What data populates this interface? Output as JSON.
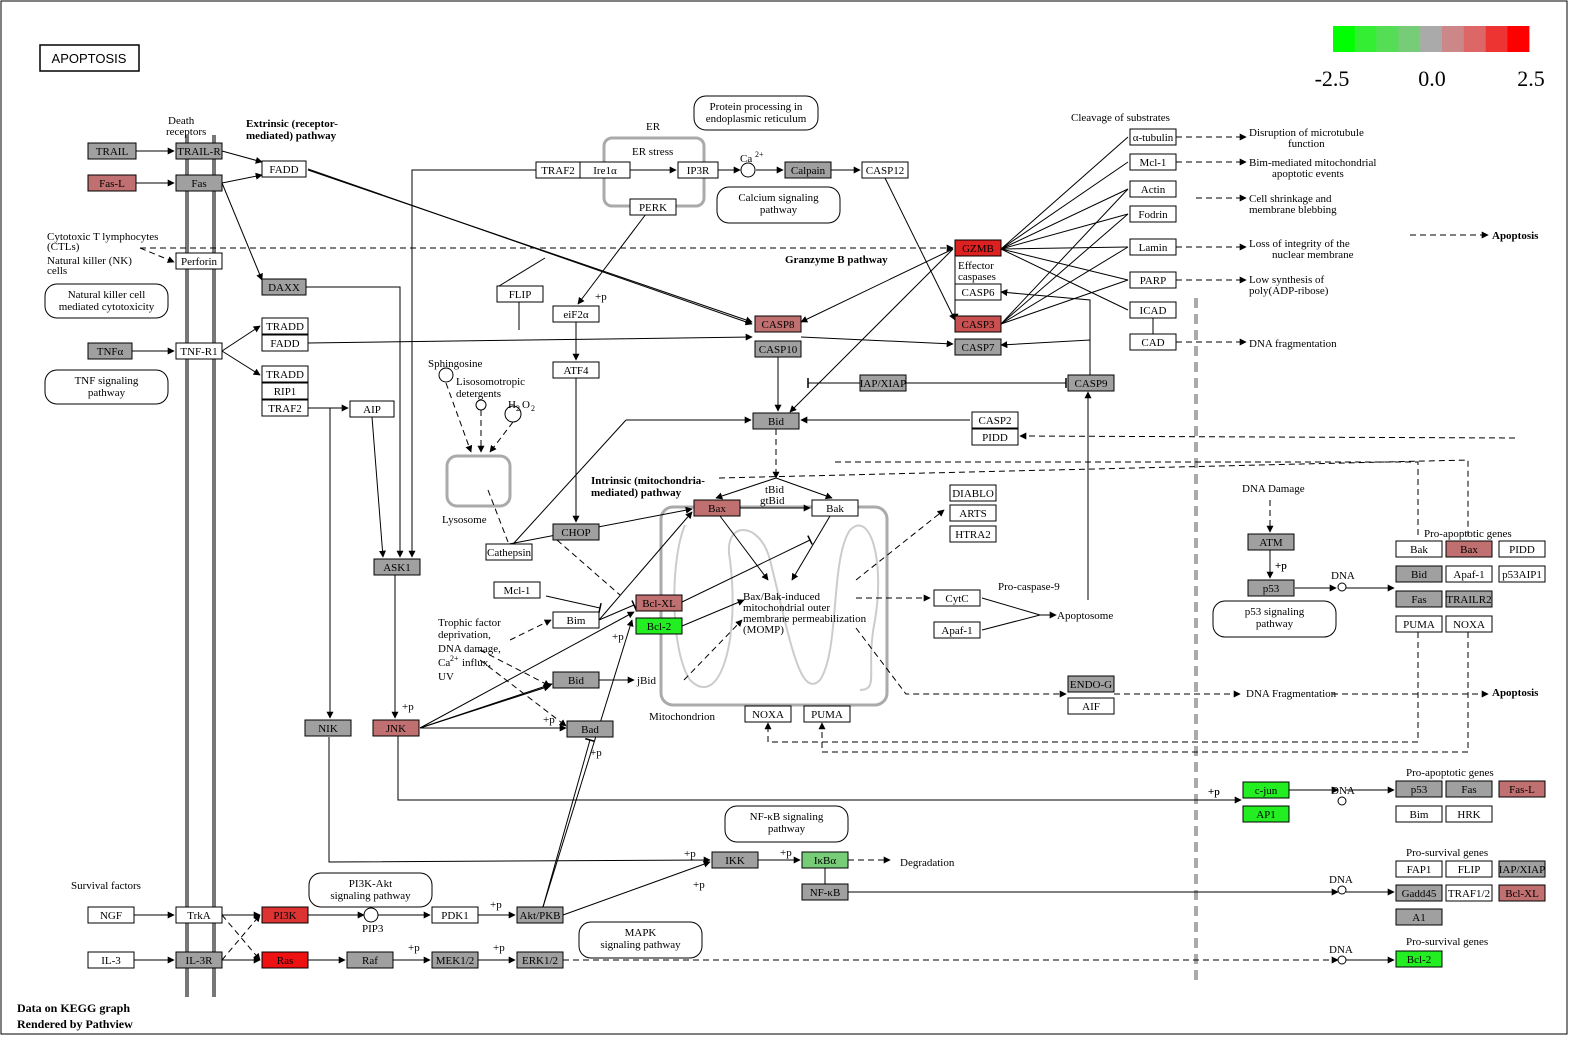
{
  "title": "APOPTOSIS",
  "footer": [
    "Data on KEGG graph",
    "Rendered by Pathview"
  ],
  "colors": {
    "up_strong": "#ff0000",
    "up_mid": "#e05050",
    "up_low": "#c07070",
    "neutral": "#a0a0a0",
    "down_low": "#70c070",
    "down_strong": "#00ff00",
    "empty": "#ffffff"
  },
  "legend": {
    "min_label": "-2.5",
    "mid_label": "0.0",
    "max_label": "2.5",
    "colors": [
      "#00ff00",
      "#33ee33",
      "#55dd55",
      "#77cc77",
      "#aaaaaa",
      "#cc8888",
      "#dd6666",
      "#ee3333",
      "#ff0000"
    ]
  },
  "genes": [
    {
      "label": "TRAIL",
      "color": "#a0a0a0"
    },
    {
      "label": "Fas-L",
      "color": "#c07070"
    },
    {
      "label": "TRAIL-R",
      "color": "#a0a0a0"
    },
    {
      "label": "Fas",
      "color": "#a0a0a0"
    },
    {
      "label": "FADD",
      "color": "#ffffff"
    },
    {
      "label": "Perforin",
      "color": "#ffffff"
    },
    {
      "label": "DAXX",
      "color": "#a0a0a0"
    },
    {
      "label": "TNFα",
      "color": "#a0a0a0"
    },
    {
      "label": "TNF-R1",
      "color": "#ffffff"
    },
    {
      "label": "TRADD",
      "color": "#ffffff"
    },
    {
      "label": "FADD",
      "color": "#ffffff"
    },
    {
      "label": "TRADD",
      "color": "#ffffff"
    },
    {
      "label": "RIP1",
      "color": "#ffffff"
    },
    {
      "label": "TRAF2",
      "color": "#ffffff"
    },
    {
      "label": "AIP",
      "color": "#ffffff"
    },
    {
      "label": "TRAF2",
      "color": "#ffffff"
    },
    {
      "label": "Ire1α",
      "color": "#ffffff"
    },
    {
      "label": "IP3R",
      "color": "#ffffff"
    },
    {
      "label": "Calpain",
      "color": "#a0a0a0"
    },
    {
      "label": "CASP12",
      "color": "#ffffff"
    },
    {
      "label": "PERK",
      "color": "#ffffff"
    },
    {
      "label": "FLIP",
      "color": "#ffffff"
    },
    {
      "label": "eiF2α",
      "color": "#ffffff"
    },
    {
      "label": "ATF4",
      "color": "#ffffff"
    },
    {
      "label": "CHOP",
      "color": "#a0a0a0"
    },
    {
      "label": "Cathepsin",
      "color": "#ffffff"
    },
    {
      "label": "ASK1",
      "color": "#a0a0a0"
    },
    {
      "label": "Mcl-1",
      "color": "#ffffff"
    },
    {
      "label": "Bim",
      "color": "#ffffff"
    },
    {
      "label": "Bid",
      "color": "#a0a0a0"
    },
    {
      "label": "Bad",
      "color": "#a0a0a0"
    },
    {
      "label": "NIK",
      "color": "#a0a0a0"
    },
    {
      "label": "JNK",
      "color": "#c07070"
    },
    {
      "label": "GZMB",
      "color": "#dd2020"
    },
    {
      "label": "CASP6",
      "color": "#ffffff"
    },
    {
      "label": "CASP8",
      "color": "#c07070"
    },
    {
      "label": "CASP10",
      "color": "#a0a0a0"
    },
    {
      "label": "CASP3",
      "color": "#c85050"
    },
    {
      "label": "CASP7",
      "color": "#a0a0a0"
    },
    {
      "label": "IAP/XIAP",
      "color": "#a0a0a0"
    },
    {
      "label": "CASP9",
      "color": "#a0a0a0"
    },
    {
      "label": "Bid",
      "color": "#a0a0a0"
    },
    {
      "label": "CASP2",
      "color": "#ffffff"
    },
    {
      "label": "PIDD",
      "color": "#ffffff"
    },
    {
      "label": "Bax",
      "color": "#c07070"
    },
    {
      "label": "Bak",
      "color": "#ffffff"
    },
    {
      "label": "Bcl-XL",
      "color": "#c07070"
    },
    {
      "label": "Bcl-2",
      "color": "#22ee22"
    },
    {
      "label": "DIABLO",
      "color": "#ffffff"
    },
    {
      "label": "ARTS",
      "color": "#ffffff"
    },
    {
      "label": "HTRA2",
      "color": "#ffffff"
    },
    {
      "label": "CytC",
      "color": "#ffffff"
    },
    {
      "label": "Apaf-1",
      "color": "#ffffff"
    },
    {
      "label": "ENDO-G",
      "color": "#a0a0a0"
    },
    {
      "label": "AIF",
      "color": "#ffffff"
    },
    {
      "label": "NOXA",
      "color": "#ffffff"
    },
    {
      "label": "PUMA",
      "color": "#ffffff"
    },
    {
      "label": "α-tubulin",
      "color": "#ffffff"
    },
    {
      "label": "Mcl-1",
      "color": "#ffffff"
    },
    {
      "label": "Actin",
      "color": "#ffffff"
    },
    {
      "label": "Fodrin",
      "color": "#ffffff"
    },
    {
      "label": "Lamin",
      "color": "#ffffff"
    },
    {
      "label": "PARP",
      "color": "#ffffff"
    },
    {
      "label": "ICAD",
      "color": "#ffffff"
    },
    {
      "label": "CAD",
      "color": "#ffffff"
    },
    {
      "label": "ATM",
      "color": "#a0a0a0"
    },
    {
      "label": "p53",
      "color": "#a0a0a0"
    },
    {
      "label": "Bak",
      "color": "#ffffff"
    },
    {
      "label": "Bax",
      "color": "#c07070"
    },
    {
      "label": "PIDD",
      "color": "#ffffff"
    },
    {
      "label": "Bid",
      "color": "#a0a0a0"
    },
    {
      "label": "Apaf-1",
      "color": "#ffffff"
    },
    {
      "label": "p53AIP1",
      "color": "#ffffff"
    },
    {
      "label": "Fas",
      "color": "#a0a0a0"
    },
    {
      "label": "TRAILR2",
      "color": "#a0a0a0"
    },
    {
      "label": "PUMA",
      "color": "#ffffff"
    },
    {
      "label": "NOXA",
      "color": "#ffffff"
    },
    {
      "label": "c-jun",
      "color": "#22ee22"
    },
    {
      "label": "AP1",
      "color": "#22ee22"
    },
    {
      "label": "p53",
      "color": "#a0a0a0"
    },
    {
      "label": "Fas",
      "color": "#a0a0a0"
    },
    {
      "label": "Fas-L",
      "color": "#c07070"
    },
    {
      "label": "Bim",
      "color": "#ffffff"
    },
    {
      "label": "HRK",
      "color": "#ffffff"
    },
    {
      "label": "IKK",
      "color": "#a0a0a0"
    },
    {
      "label": "IκBα",
      "color": "#77cc77"
    },
    {
      "label": "NF-κB",
      "color": "#a0a0a0"
    },
    {
      "label": "FAP1",
      "color": "#ffffff"
    },
    {
      "label": "FLIP",
      "color": "#ffffff"
    },
    {
      "label": "IAP/XIAP",
      "color": "#a0a0a0"
    },
    {
      "label": "Gadd45",
      "color": "#a0a0a0"
    },
    {
      "label": "TRAF1/2",
      "color": "#ffffff"
    },
    {
      "label": "Bcl-XL",
      "color": "#c07070"
    },
    {
      "label": "A1",
      "color": "#a0a0a0"
    },
    {
      "label": "NGF",
      "color": "#ffffff"
    },
    {
      "label": "TrkA",
      "color": "#ffffff"
    },
    {
      "label": "PI3K",
      "color": "#dd3333"
    },
    {
      "label": "PDK1",
      "color": "#ffffff"
    },
    {
      "label": "Akt/PKB",
      "color": "#a0a0a0"
    },
    {
      "label": "IL-3",
      "color": "#ffffff"
    },
    {
      "label": "IL-3R",
      "color": "#a0a0a0"
    },
    {
      "label": "Ras",
      "color": "#ee1111"
    },
    {
      "label": "Raf",
      "color": "#a0a0a0"
    },
    {
      "label": "MEK1/2",
      "color": "#a0a0a0"
    },
    {
      "label": "ERK1/2",
      "color": "#a0a0a0"
    },
    {
      "label": "Bcl-2",
      "color": "#22ee22"
    }
  ],
  "pathways": [
    {
      "lines": [
        "Protein processing in",
        "endoplasmic reticulum"
      ]
    },
    {
      "lines": [
        "Calcium signaling",
        "pathway"
      ]
    },
    {
      "lines": [
        "Natural killer cell",
        "mediated cytotoxicity"
      ]
    },
    {
      "lines": [
        "TNF signaling",
        "pathway"
      ]
    },
    {
      "lines": [
        "p53 signaling",
        "pathway"
      ]
    },
    {
      "lines": [
        "NF-κB signaling",
        "pathway"
      ]
    },
    {
      "lines": [
        "PI3K-Akt",
        "signaling pathway"
      ]
    },
    {
      "lines": [
        "MAPK",
        "signaling pathway"
      ]
    }
  ],
  "labels": [
    {
      "text": "Death",
      "bold": false
    },
    {
      "text": "receptors",
      "bold": false
    },
    {
      "text": "Extrinsic (receptor-",
      "bold": true
    },
    {
      "text": "mediated) pathway",
      "bold": true
    },
    {
      "text": "ER",
      "bold": false
    },
    {
      "text": "ER stress",
      "bold": false
    },
    {
      "text": "Ca",
      "bold": false
    },
    {
      "text": "2+",
      "bold": false
    },
    {
      "text": "Cytotoxic T lymphocytes",
      "bold": false
    },
    {
      "text": "(CTLs)",
      "bold": false
    },
    {
      "text": "Natural killer (NK)",
      "bold": false
    },
    {
      "text": "cells",
      "bold": false
    },
    {
      "text": "Granzyme B pathway",
      "bold": true
    },
    {
      "text": "Effector",
      "bold": false
    },
    {
      "text": "caspases",
      "bold": false
    },
    {
      "text": "Cleavage of substrates",
      "bold": false
    },
    {
      "text": "Disruption of microtubule",
      "bold": false
    },
    {
      "text": "function",
      "bold": false
    },
    {
      "text": "Bim-mediated mitochondrial",
      "bold": false
    },
    {
      "text": "apoptotic events",
      "bold": false
    },
    {
      "text": "Cell shrinkage and",
      "bold": false
    },
    {
      "text": "membrane blebbing",
      "bold": false
    },
    {
      "text": "Loss of integrity of the",
      "bold": false
    },
    {
      "text": "nuclear membrane",
      "bold": false
    },
    {
      "text": "Low synthesis of",
      "bold": false
    },
    {
      "text": "poly(ADP-ribose)",
      "bold": false
    },
    {
      "text": "DNA fragmentation",
      "bold": false
    },
    {
      "text": "Apoptosis",
      "bold": true
    },
    {
      "text": "Sphingosine",
      "bold": false
    },
    {
      "text": "Lisosomotropic",
      "bold": false
    },
    {
      "text": "detergents",
      "bold": false
    },
    {
      "text": "H",
      "bold": false
    },
    {
      "text": "2",
      "bold": false
    },
    {
      "text": "O",
      "bold": false
    },
    {
      "text": "2",
      "bold": false
    },
    {
      "text": "Lysosome",
      "bold": false
    },
    {
      "text": "Intrinsic (mitochondria-",
      "bold": true
    },
    {
      "text": "mediated) pathway",
      "bold": true
    },
    {
      "text": "tBid",
      "bold": false
    },
    {
      "text": "gtBid",
      "bold": false
    },
    {
      "text": "Bax/Bak-induced",
      "bold": false
    },
    {
      "text": "mitochondrial outer",
      "bold": false
    },
    {
      "text": "membrane  permeabilization",
      "bold": false
    },
    {
      "text": "(MOMP)",
      "bold": false
    },
    {
      "text": "Pro-caspase-9",
      "bold": false
    },
    {
      "text": "Apoptosome",
      "bold": false
    },
    {
      "text": "Trophic factor",
      "bold": false
    },
    {
      "text": "deprivation,",
      "bold": false
    },
    {
      "text": "DNA damage,",
      "bold": false
    },
    {
      "text": "Ca",
      "bold": false
    },
    {
      "text": "2+",
      "bold": false
    },
    {
      "text": "influx,",
      "bold": false
    },
    {
      "text": "UV",
      "bold": false
    },
    {
      "text": "jBid",
      "bold": false
    },
    {
      "text": "Mitochondrion",
      "bold": false
    },
    {
      "text": "DNA Fragmentation",
      "bold": false
    },
    {
      "text": "Apoptosis",
      "bold": true
    },
    {
      "text": "DNA Damage",
      "bold": false
    },
    {
      "text": "Pro-apoptotic genes",
      "bold": false
    },
    {
      "text": "DNA",
      "bold": false
    },
    {
      "text": "Pro-apoptotic genes",
      "bold": false
    },
    {
      "text": "DNA",
      "bold": false
    },
    {
      "text": "Degradation",
      "bold": false
    },
    {
      "text": "Pro-survival genes",
      "bold": false
    },
    {
      "text": "DNA",
      "bold": false
    },
    {
      "text": "Survival factors",
      "bold": false
    },
    {
      "text": "PIP3",
      "bold": false
    },
    {
      "text": "Pro-survival genes",
      "bold": false
    },
    {
      "text": "DNA",
      "bold": false
    },
    {
      "text": "+p",
      "bold": false
    },
    {
      "text": "+p",
      "bold": false
    },
    {
      "text": "+p",
      "bold": false
    },
    {
      "text": "+p",
      "bold": false
    },
    {
      "text": "+p",
      "bold": false
    },
    {
      "text": "+p",
      "bold": false
    },
    {
      "text": "+p",
      "bold": false
    },
    {
      "text": "+p",
      "bold": false
    },
    {
      "text": "+p",
      "bold": false
    },
    {
      "text": "+p",
      "bold": false
    },
    {
      "text": "+p",
      "bold": false
    },
    {
      "text": "+p",
      "bold": false
    },
    {
      "text": "+p",
      "bold": false
    },
    {
      "text": "+p",
      "bold": false
    },
    {
      "text": "+p",
      "bold": false
    }
  ]
}
